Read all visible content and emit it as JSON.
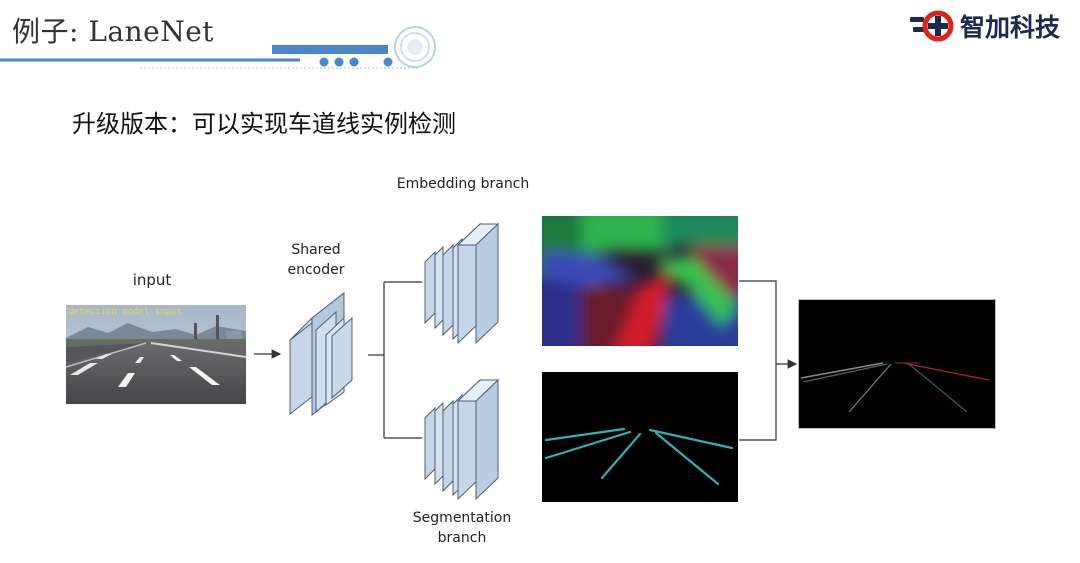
{
  "header": {
    "title": "例子: LaneNet",
    "logo_text": "智加科技",
    "accent_color": "#4a86c8"
  },
  "subtitle": "升级版本：可以实现车道线实例检测",
  "diagram": {
    "input_label": "input",
    "input_overlay_text": "detection model input",
    "encoder_label": "Shared encoder",
    "embedding_label": "Embedding branch",
    "segmentation_label": "Segmentation branch",
    "icons": [
      "arrow-icon",
      "logo-mark-icon",
      "progress-dots-icon"
    ]
  }
}
